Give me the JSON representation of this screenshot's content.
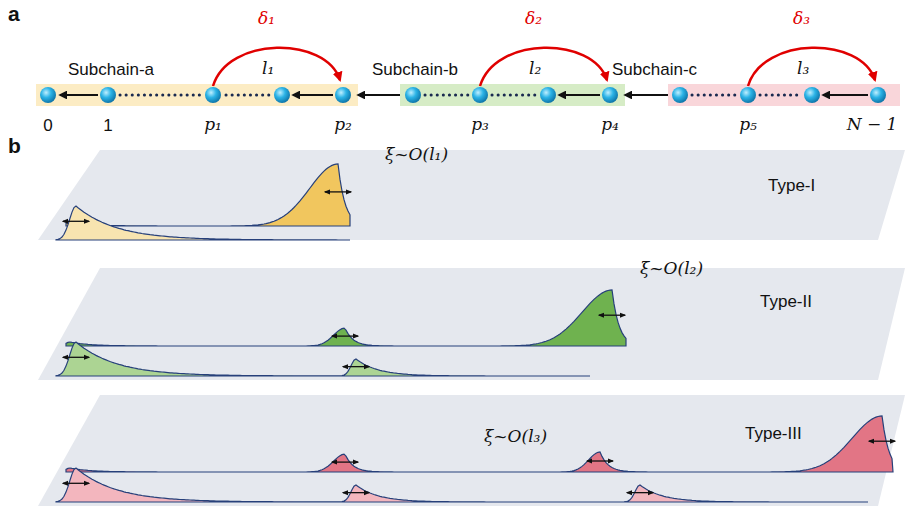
{
  "diagram": {
    "nodes": [
      {
        "text": [
          "Subchain-a"
        ]
      },
      {
        "text": [
          "Subchain-b"
        ]
      },
      {
        "text": [
          "Subchain-c"
        ]
      }
    ],
    "edges": [
      {
        "from": 1,
        "to": 0,
        "arrow": "to"
      },
      {
        "from": 2,
        "to": 1,
        "arrow": "to"
      }
    ],
    "labels": [
      "a",
      "b",
      "δ₁",
      "δ₂",
      "δ₃",
      "l₁",
      "l₂",
      "l₃",
      "0",
      "1",
      "p₁",
      "p₂",
      "p₃",
      "p₄",
      "p₅",
      "N − 1",
      "ξ~O(l₁)",
      "ξ~O(l₂)",
      "ξ~O(l₃)",
      "Type-I",
      "Type-II",
      "Type-III"
    ]
  }
}
